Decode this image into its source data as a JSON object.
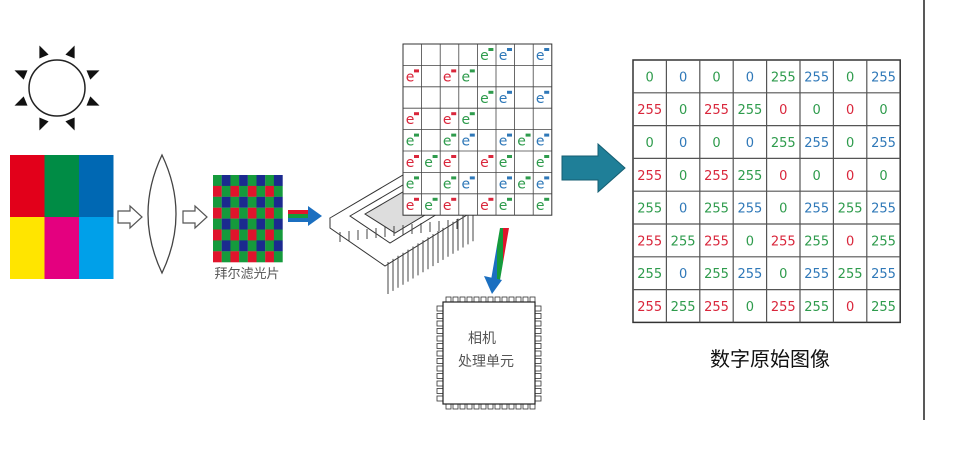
{
  "scene": {
    "light_source_colors": [
      "#e2001a",
      "#008c45",
      "#0068b3",
      "#ffe500",
      "#e4007f",
      "#00a0e9"
    ],
    "bayer_label": "拜尔滤光片",
    "processor_label_line1": "相机",
    "processor_label_line2": "处理单元",
    "output_label": "数字原始图像",
    "electron_symbol": "e",
    "channel_colors": {
      "R": "#d9263b",
      "G": "#2e9b4c",
      "B": "#2f78b8"
    },
    "bayer_colors": {
      "R": "#e0142c",
      "G": "#159a3c",
      "B": "#1b2a8f"
    },
    "big_arrow_color": "#1f7f98"
  },
  "matrix": {
    "channels": [
      [
        "G",
        "B",
        "G",
        "B",
        "G",
        "B",
        "G",
        "B"
      ],
      [
        "R",
        "G",
        "R",
        "G",
        "R",
        "G",
        "R",
        "G"
      ],
      [
        "G",
        "B",
        "G",
        "B",
        "G",
        "B",
        "G",
        "B"
      ],
      [
        "R",
        "G",
        "R",
        "G",
        "R",
        "G",
        "R",
        "G"
      ],
      [
        "G",
        "B",
        "G",
        "B",
        "G",
        "B",
        "G",
        "B"
      ],
      [
        "R",
        "G",
        "R",
        "G",
        "R",
        "G",
        "R",
        "G"
      ],
      [
        "G",
        "B",
        "G",
        "B",
        "G",
        "B",
        "G",
        "B"
      ],
      [
        "R",
        "G",
        "R",
        "G",
        "R",
        "G",
        "R",
        "G"
      ]
    ],
    "values": [
      [
        0,
        0,
        0,
        0,
        255,
        255,
        0,
        255
      ],
      [
        255,
        0,
        255,
        255,
        0,
        0,
        0,
        0
      ],
      [
        0,
        0,
        0,
        0,
        255,
        255,
        0,
        255
      ],
      [
        255,
        0,
        255,
        255,
        0,
        0,
        0,
        0
      ],
      [
        255,
        0,
        255,
        255,
        0,
        255,
        255,
        255
      ],
      [
        255,
        255,
        255,
        0,
        255,
        255,
        0,
        255
      ],
      [
        255,
        0,
        255,
        255,
        0,
        255,
        255,
        255
      ],
      [
        255,
        255,
        255,
        0,
        255,
        255,
        0,
        255
      ]
    ]
  }
}
